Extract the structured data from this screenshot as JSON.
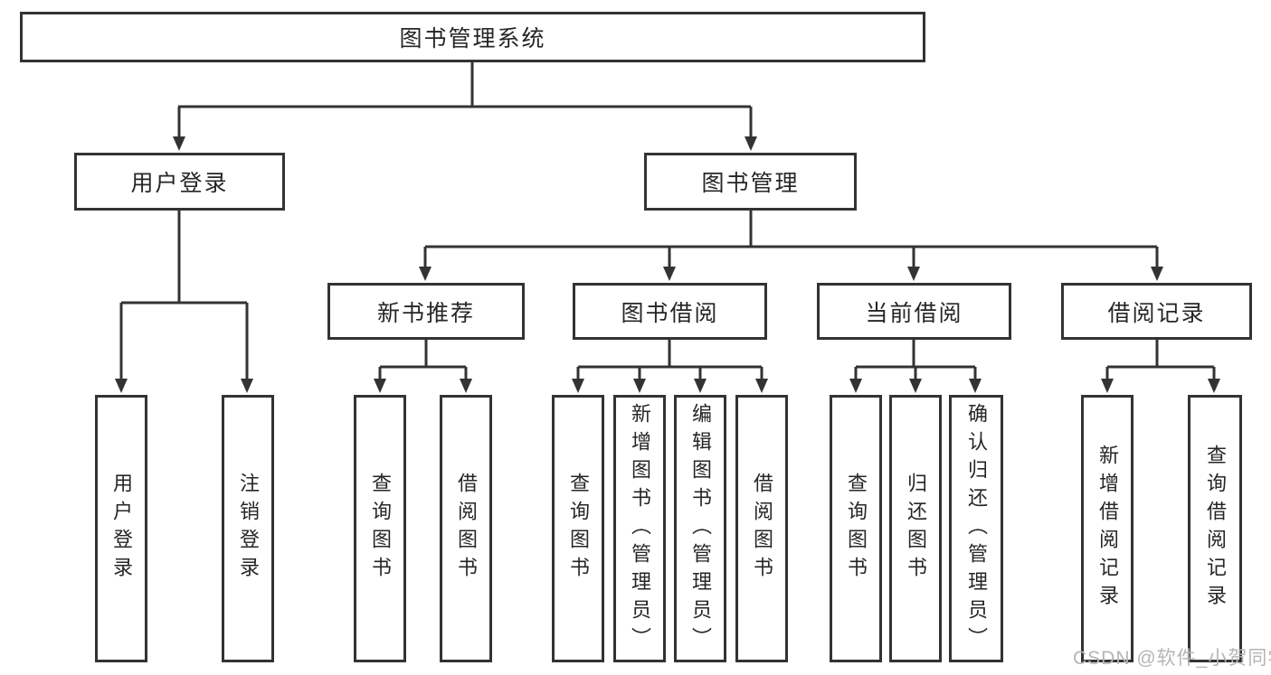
{
  "diagram": {
    "root": {
      "label": "图书管理系统"
    },
    "level2": [
      {
        "label": "用户登录"
      },
      {
        "label": "图书管理"
      }
    ],
    "level3": [
      {
        "label": "新书推荐"
      },
      {
        "label": "图书借阅"
      },
      {
        "label": "当前借阅"
      },
      {
        "label": "借阅记录"
      }
    ],
    "leaves": [
      {
        "label": "用户登录"
      },
      {
        "label": "注销登录"
      },
      {
        "label": "查询图书"
      },
      {
        "label": "借阅图书"
      },
      {
        "label": "查询图书"
      },
      {
        "label": "新增图书（管理员）"
      },
      {
        "label": "编辑图书（管理员）"
      },
      {
        "label": "借阅图书"
      },
      {
        "label": "查询图书"
      },
      {
        "label": "归还图书"
      },
      {
        "label": "确认归还（管理员）"
      },
      {
        "label": "新增借阅记录"
      },
      {
        "label": "查询借阅记录"
      }
    ],
    "colors": {
      "line": "#333333",
      "text": "#262626",
      "watermark_text": "#b5b5b5",
      "background": "#ffffff"
    }
  },
  "watermark": {
    "text": "CSDN @软件_小贺同学"
  }
}
